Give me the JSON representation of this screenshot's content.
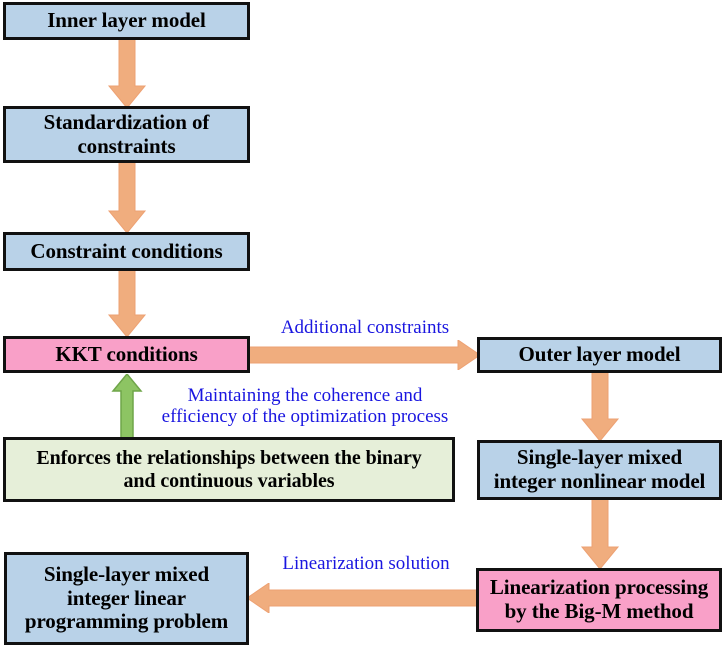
{
  "diagram": {
    "title": "Bilevel optimization model transformation flowchart",
    "colors": {
      "blue_fill": "#b9d2e8",
      "pink_fill": "#f9a0c8",
      "green_fill": "#e6efd9",
      "orange_arrow": "#f0ad7e",
      "green_arrow": "#8dc463",
      "label_text": "#1a16e0",
      "border": "#111111"
    },
    "nodes": [
      {
        "id": "inner-layer-model",
        "label": "Inner layer model",
        "fill": "blue"
      },
      {
        "id": "standardization",
        "label": "Standardization of\nconstraints",
        "fill": "blue"
      },
      {
        "id": "constraint-conditions",
        "label": "Constraint conditions",
        "fill": "blue"
      },
      {
        "id": "kkt-conditions",
        "label": "KKT conditions",
        "fill": "pink"
      },
      {
        "id": "enforces-relationships",
        "label": "Enforces the relationships between the binary\nand continuous variables",
        "fill": "green"
      },
      {
        "id": "outer-layer-model",
        "label": "Outer layer model",
        "fill": "blue"
      },
      {
        "id": "milnp-model",
        "label": "Single-layer mixed\ninteger nonlinear model",
        "fill": "blue"
      },
      {
        "id": "linearization-bigm",
        "label": "Linearization processing\nby the Big-M method",
        "fill": "pink"
      },
      {
        "id": "milp-problem",
        "label": "Single-layer mixed\ninteger linear\nprogramming problem",
        "fill": "blue"
      }
    ],
    "edge_labels": {
      "additional_constraints": "Additional constraints",
      "maintaining_coherence": "Maintaining the coherence and\nefficiency of the optimization process",
      "linearization_solution": "Linearization solution"
    }
  }
}
